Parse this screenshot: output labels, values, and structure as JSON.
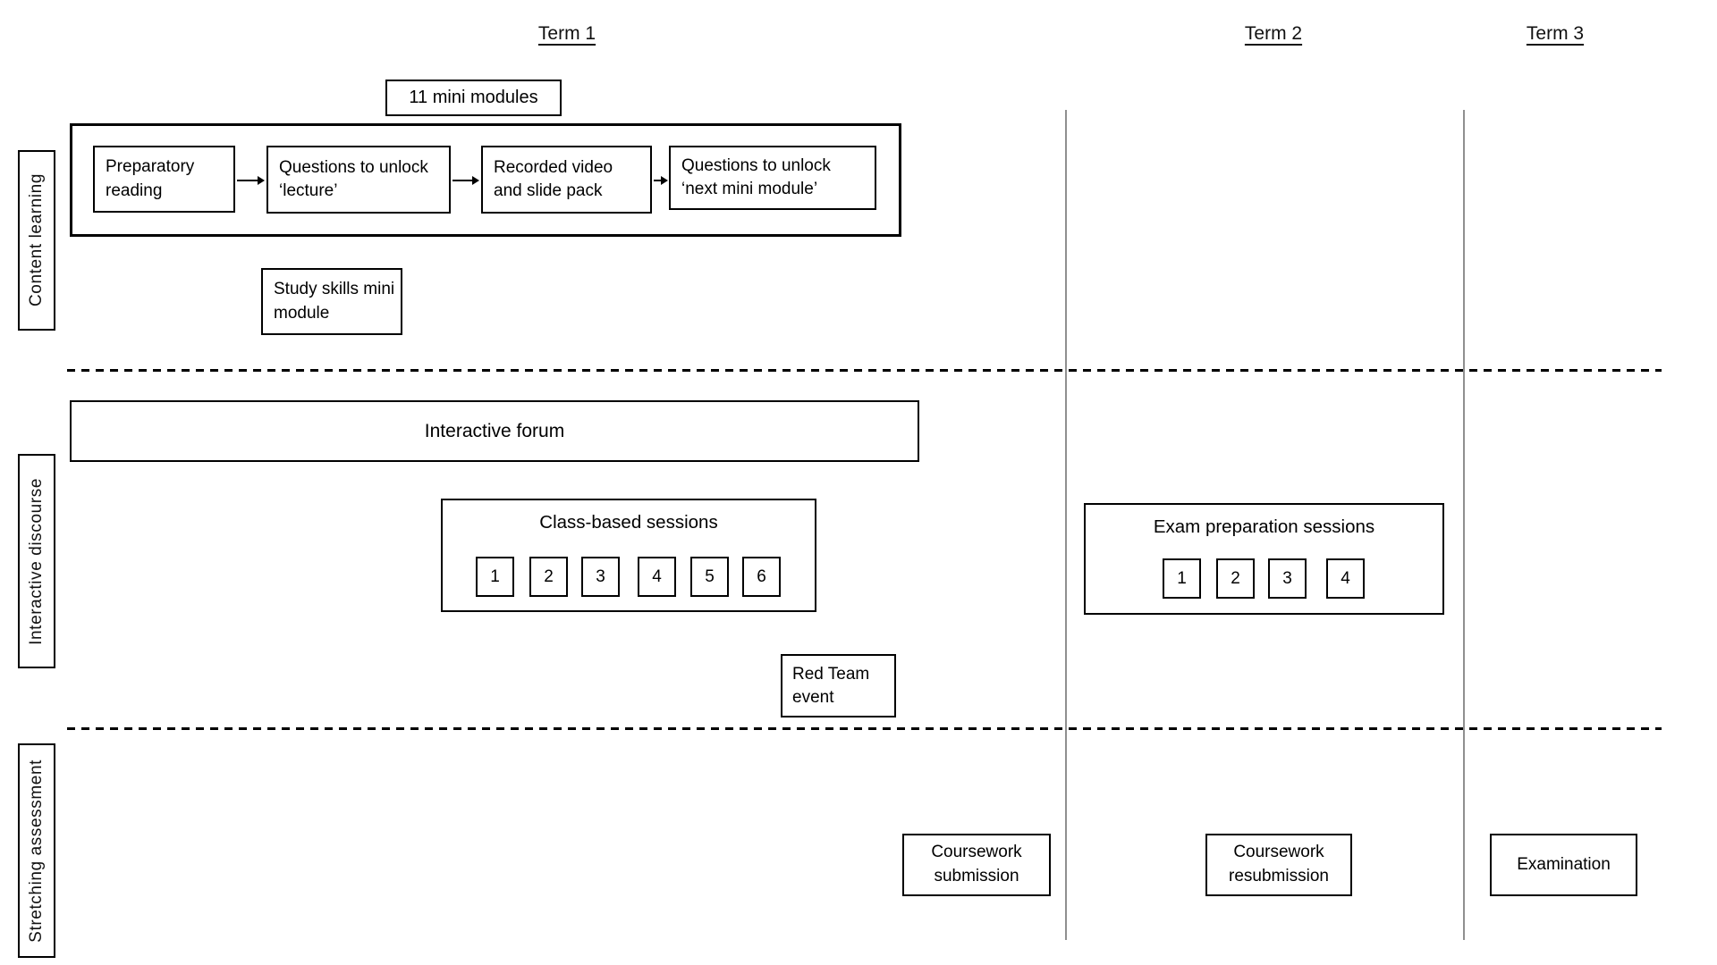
{
  "diagram": {
    "terms": [
      "Term 1",
      "Term 2",
      "Term 3"
    ],
    "row_labels": [
      "Content learning",
      "Interactive discourse",
      "Stretching assessment"
    ],
    "content_learning": {
      "mini_modules": "11 mini modules",
      "steps": [
        "Preparatory reading",
        "Questions to unlock ‘lecture’",
        "Recorded video and slide pack",
        "Questions to unlock ‘next mini module’"
      ],
      "study_skills": "Study skills mini module"
    },
    "interactive_discourse": {
      "forum": "Interactive forum",
      "class_sessions": {
        "title": "Class-based sessions",
        "numbers": [
          "1",
          "2",
          "3",
          "4",
          "5",
          "6"
        ]
      },
      "exam_sessions": {
        "title": "Exam preparation sessions",
        "numbers": [
          "1",
          "2",
          "3",
          "4"
        ]
      },
      "red_team": "Red Team event"
    },
    "stretching_assessment": {
      "items": [
        "Coursework submission",
        "Coursework resubmission",
        "Examination"
      ]
    }
  }
}
